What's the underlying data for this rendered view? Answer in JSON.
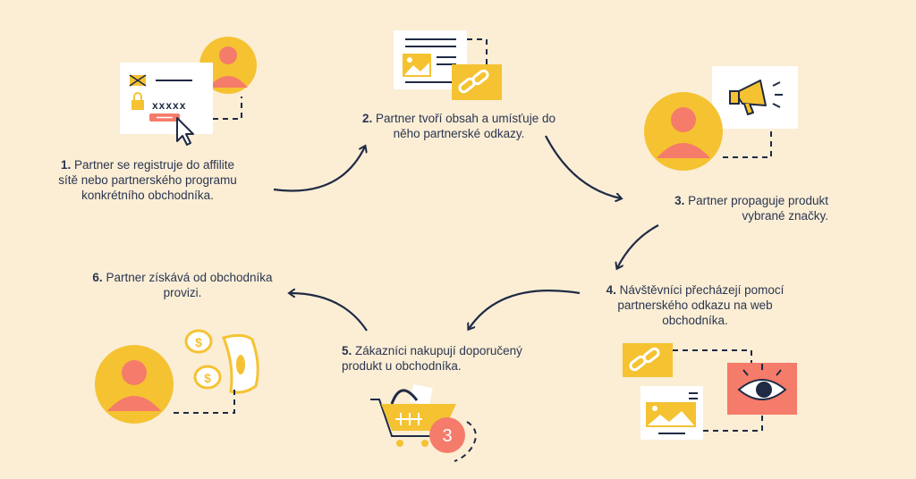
{
  "steps": [
    {
      "num": "1.",
      "text": "Partner se registruje do affilite sítě nebo partnerského programu konkrétního obchodníka."
    },
    {
      "num": "2.",
      "text": "Partner tvoří obsah a umísťuje do něho partnerské odkazy."
    },
    {
      "num": "3.",
      "text": "Partner propaguje produkt vybrané značky."
    },
    {
      "num": "4.",
      "text": "Návštěvníci přecházejí pomocí partnerského odkazu na web obchodníka."
    },
    {
      "num": "5.",
      "text": "Zákazníci nakupují doporučený produkt u obchodníka."
    },
    {
      "num": "6.",
      "text": "Partner získává od obchodníka provizi."
    }
  ],
  "illustrations": {
    "password_mask": "xxxxx",
    "cart_badge": "3"
  },
  "colors": {
    "background": "#fbeed5",
    "yellow": "#f5c232",
    "salmon": "#f57b6a",
    "navy": "#1f2a44",
    "white": "#ffffff"
  }
}
